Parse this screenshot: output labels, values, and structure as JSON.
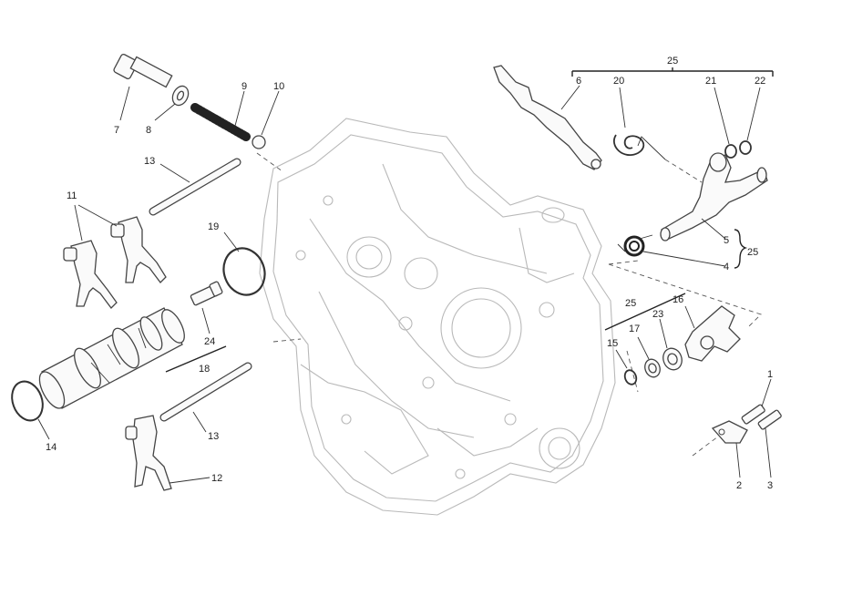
{
  "diagram": {
    "callouts": {
      "c1": "1",
      "c2": "2",
      "c3": "3",
      "c4": "4",
      "c5": "5",
      "c6": "6",
      "c7": "7",
      "c8": "8",
      "c9": "9",
      "c10": "10",
      "c11": "11",
      "c12": "12",
      "c13a": "13",
      "c13b": "13",
      "c14": "14",
      "c15": "15",
      "c16": "16",
      "c17": "17",
      "c18": "18",
      "c19": "19",
      "c20": "20",
      "c21": "21",
      "c22": "22",
      "c23": "23",
      "c24": "24",
      "c25a": "25",
      "c25b": "25",
      "c25c": "25"
    },
    "colors": {
      "line": "#444444",
      "crankcase": "#b9b9b9",
      "background": "#ffffff"
    }
  }
}
